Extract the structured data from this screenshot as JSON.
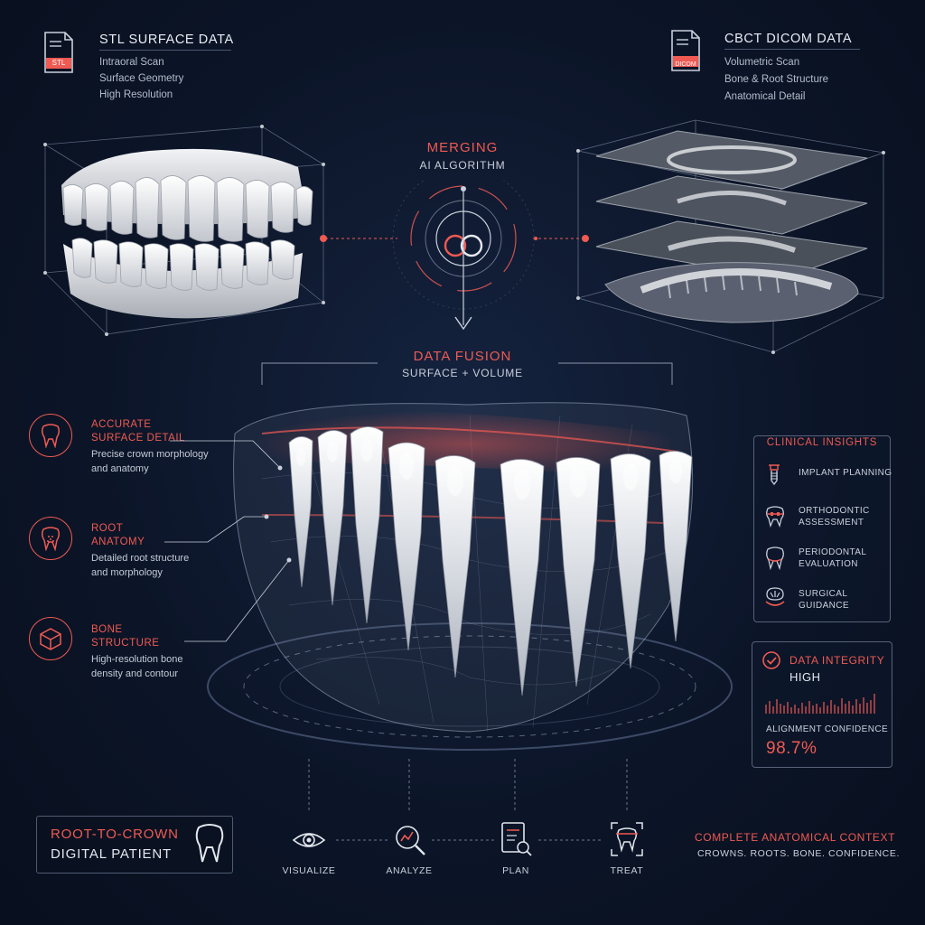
{
  "stl": {
    "badge": "STL",
    "title": "STL SURFACE DATA",
    "lines": [
      "Intraoral Scan",
      "Surface Geometry",
      "High Resolution"
    ]
  },
  "dicom": {
    "badge": "DICOM",
    "title": "CBCT DICOM DATA",
    "lines": [
      "Volumetric Scan",
      "Bone & Root Structure",
      "Anatomical Detail"
    ]
  },
  "merging": {
    "title": "MERGING",
    "subtitle": "AI ALGORITHM"
  },
  "fusion": {
    "title": "DATA FUSION",
    "subtitle": "SURFACE + VOLUME"
  },
  "features": [
    {
      "title_line1": "ACCURATE",
      "title_line2": "SURFACE DETAIL",
      "desc_line1": "Precise crown morphology",
      "desc_line2": "and anatomy",
      "icon": "tooth-outline-icon"
    },
    {
      "title_line1": "ROOT",
      "title_line2": "ANATOMY",
      "desc_line1": "Detailed root structure",
      "desc_line2": "and morphology",
      "icon": "tooth-root-icon"
    },
    {
      "title_line1": "BONE",
      "title_line2": "STRUCTURE",
      "desc_line1": "High-resolution bone",
      "desc_line2": "density and contour",
      "icon": "cube-icon"
    }
  ],
  "clinical": {
    "title": "CLINICAL INSIGHTS",
    "items": [
      {
        "line1": "IMPLANT PLANNING",
        "line2": "",
        "icon": "implant-icon"
      },
      {
        "line1": "ORTHODONTIC",
        "line2": "ASSESSMENT",
        "icon": "braces-icon"
      },
      {
        "line1": "PERIODONTAL",
        "line2": "EVALUATION",
        "icon": "tooth-icon"
      },
      {
        "line1": "SURGICAL",
        "line2": "GUIDANCE",
        "icon": "surgical-icon"
      }
    ]
  },
  "integrity": {
    "title": "DATA INTEGRITY",
    "value": "HIGH",
    "alignment_label": "ALIGNMENT CONFIDENCE",
    "alignment_value": "98.7%"
  },
  "root_to_crown": {
    "title": "ROOT-TO-CROWN",
    "subtitle": "DIGITAL PATIENT"
  },
  "workflow": {
    "steps": [
      {
        "label": "VISUALIZE",
        "icon": "eye-icon"
      },
      {
        "label": "ANALYZE",
        "icon": "magnifier-chart-icon"
      },
      {
        "label": "PLAN",
        "icon": "plan-document-icon"
      },
      {
        "label": "TREAT",
        "icon": "tooth-target-icon"
      }
    ]
  },
  "context": {
    "title": "COMPLETE ANATOMICAL CONTEXT",
    "subtitle": "CROWNS. ROOTS. BONE. CONFIDENCE."
  },
  "colors": {
    "accent": "#ef5a52",
    "background": "#0c1528",
    "text": "#d6dbe4"
  }
}
